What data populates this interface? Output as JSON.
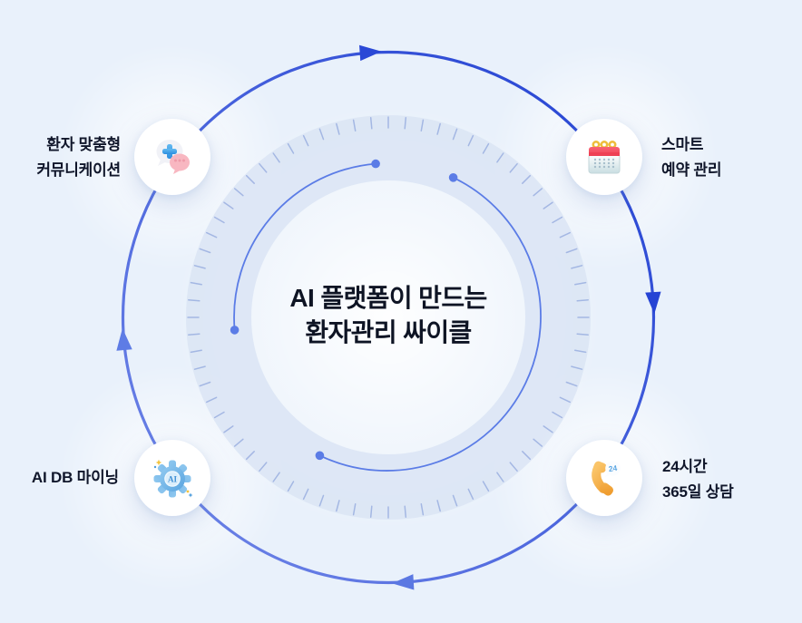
{
  "title": {
    "line1": "AI 플랫폼이 만드는",
    "line2": "환자관리 싸이클"
  },
  "nodes": [
    {
      "id": "patient-communication",
      "icon": "chat-medical-icon",
      "label_lines": [
        "환자 맞춤형",
        "커뮤니케이션"
      ]
    },
    {
      "id": "smart-booking",
      "icon": "calendar-icon",
      "label_lines": [
        "스마트",
        "예약 관리"
      ]
    },
    {
      "id": "ai-db-mining",
      "icon": "ai-gear-icon",
      "label_lines": [
        "AI DB 마이닝"
      ]
    },
    {
      "id": "always-on-consult",
      "icon": "phone-24-icon",
      "label_lines": [
        "24시간",
        "365일 상담"
      ]
    }
  ],
  "icon_text": {
    "gear_label": "AI",
    "phone_badge": "24"
  },
  "flow": {
    "direction": "clockwise"
  },
  "colors": {
    "background": "#e9f1fb",
    "ring-strong": "#2140d2",
    "ring-soft": "#7288e8",
    "inner-arc": "#5b7ce6",
    "band": "#d9e3f4",
    "tick": "#9aafe0",
    "text": "#10162a",
    "title": "#0e1424"
  }
}
